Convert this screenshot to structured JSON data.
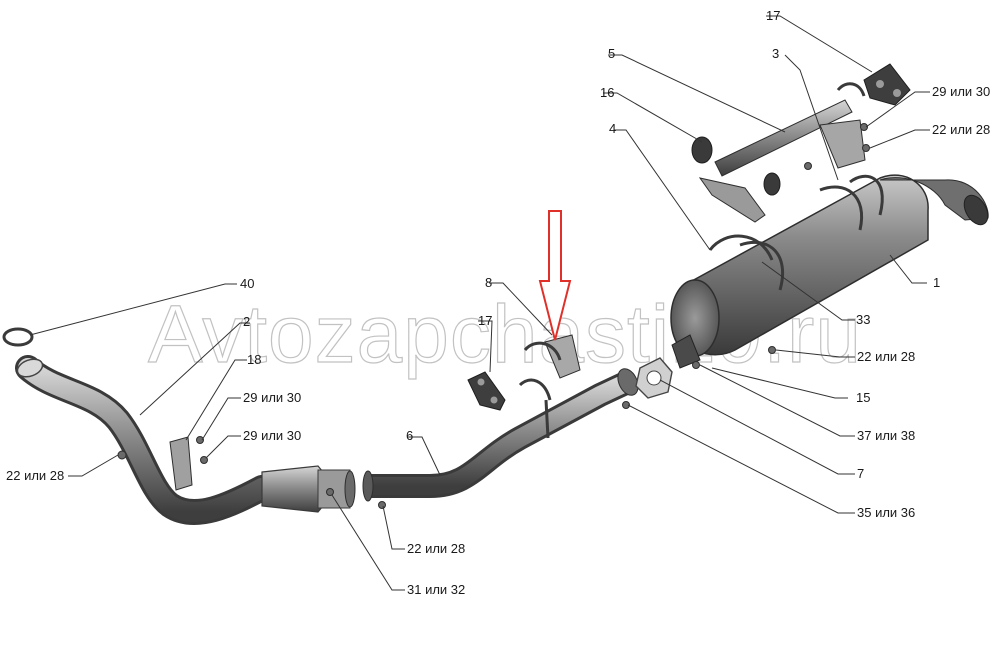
{
  "watermark": "Avtozapchasti19.ru",
  "colors": {
    "part_dark": "#4a4a4a",
    "part_mid": "#8c8c8c",
    "part_light": "#cfcfcf",
    "arrow": "#e0302a",
    "line": "#333333"
  },
  "callouts": {
    "c1": "1",
    "c2": "2",
    "c3": "3",
    "c4": "4",
    "c5": "5",
    "c6": "6",
    "c7": "7",
    "c8": "8",
    "c15": "15",
    "c16": "16",
    "c17a": "17",
    "c17b": "17",
    "c18": "18",
    "c22a": "22 или 28",
    "c22b": "22 или 28",
    "c22c": "22 или 28",
    "c22d": "22 или 28",
    "c29a": "29 или 30",
    "c29b": "29 или 30",
    "c29c": "29 или 30",
    "c31": "31 или 32",
    "c33": "33",
    "c35": "35 или 36",
    "c37": "37 или 38",
    "c40": "40"
  }
}
